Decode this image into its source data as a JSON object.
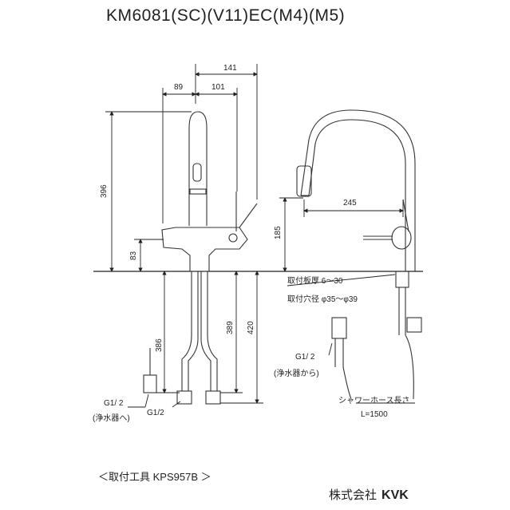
{
  "title": "KM6081(SC)(V11)EC(M4)(M5)",
  "left_view": {
    "dims": {
      "top_141": "141",
      "top_89": "89",
      "top_101": "101",
      "height_396": "396",
      "height_83": "83",
      "below_386": "386",
      "below_389": "389",
      "below_420": "420"
    },
    "notes": {
      "g12_left": "G1/ 2",
      "to_purifier": "(浄水器へ)",
      "g12_bottom": "G1/2"
    }
  },
  "right_view": {
    "dims": {
      "height_185": "185",
      "reach_245": "245"
    },
    "notes": {
      "plate": "取付板厚 6～30",
      "hole": "取付穴径 φ35～φ39",
      "g12": "G1/ 2",
      "from_purifier": "(浄水器から)",
      "hose_length": "シャワーホース長さ",
      "hose_L": "L=1500"
    }
  },
  "footer": {
    "tool": "＜取付工具 KPS957B ＞",
    "company": "株式会社",
    "brand": "KVK"
  }
}
